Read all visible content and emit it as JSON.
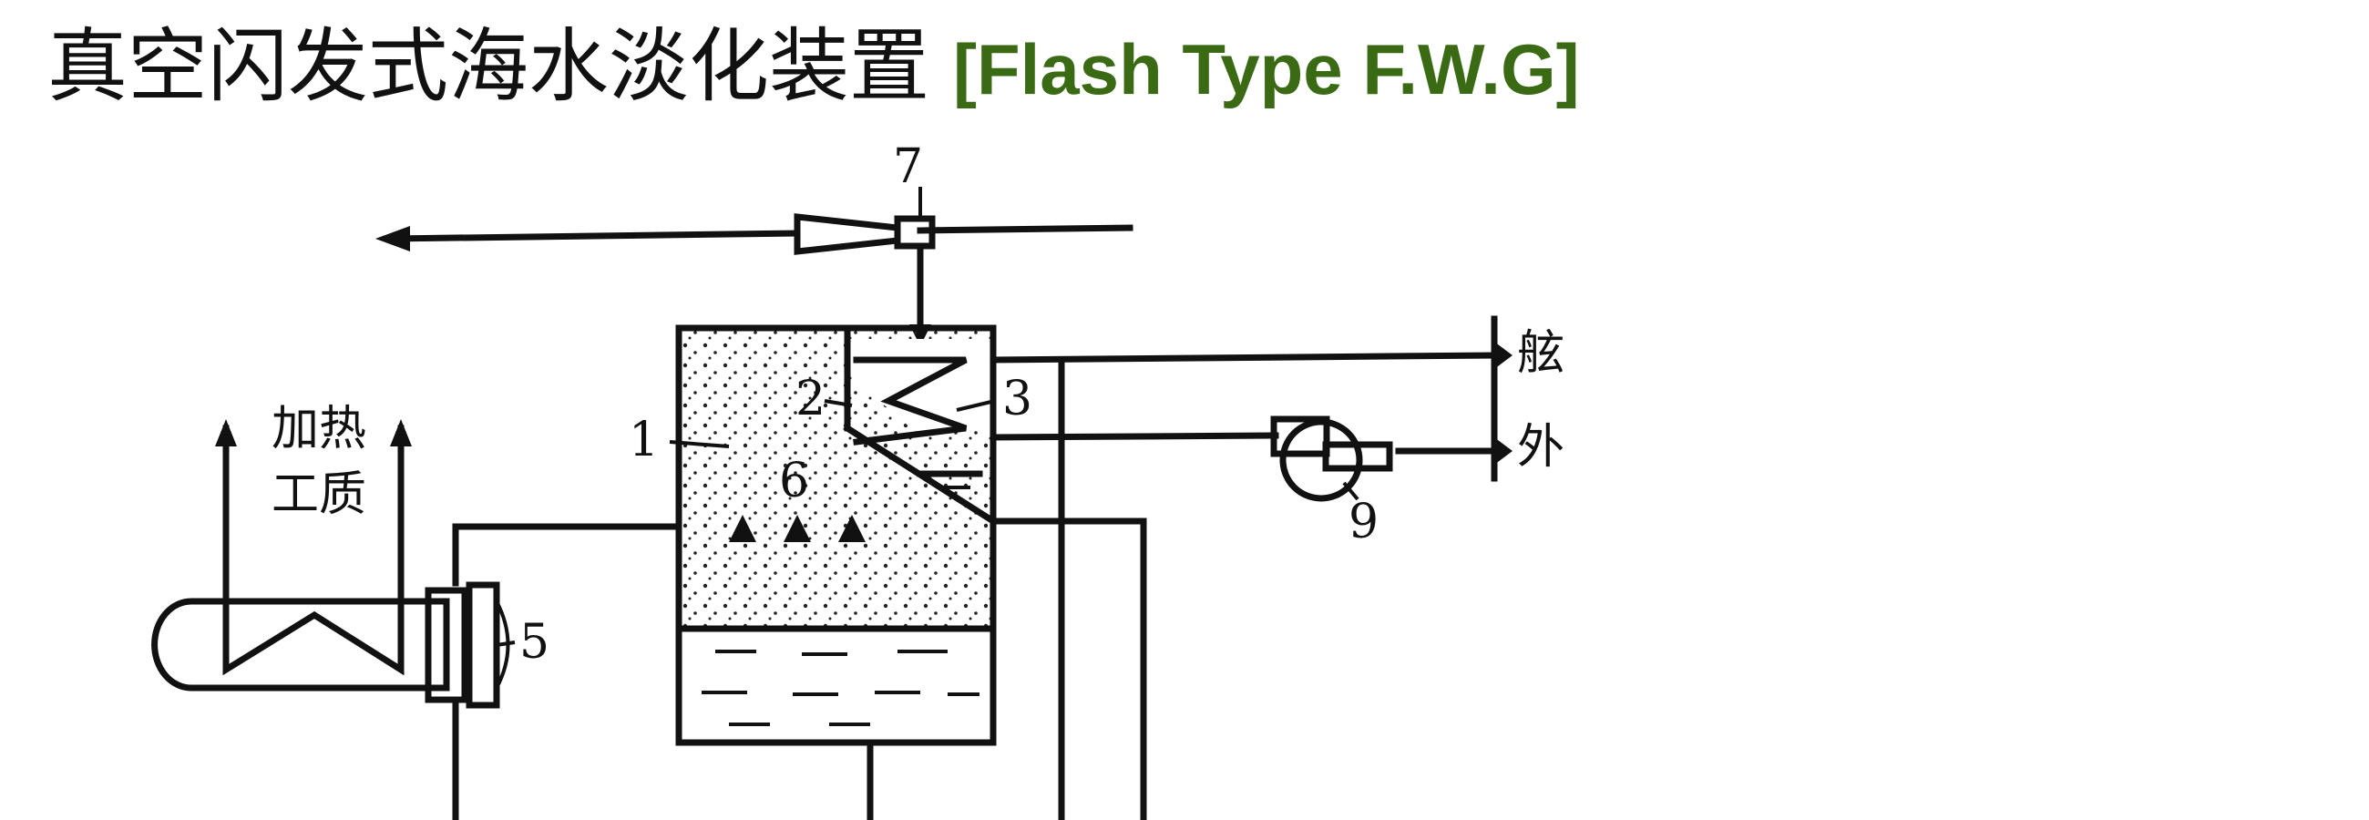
{
  "title": {
    "chinese": "真空闪发式海水淡化装置",
    "english": "[Flash Type F.W.G]"
  },
  "diagram": {
    "numbers": [
      "1",
      "2",
      "3",
      "5",
      "6",
      "7",
      "9"
    ],
    "heating_medium_line1": "加热",
    "heating_medium_line2": "工质",
    "outlet_top": "舷",
    "outlet_bottom": "外",
    "colors": {
      "title_accent": "#3a6a14",
      "ink": "#111111"
    }
  }
}
